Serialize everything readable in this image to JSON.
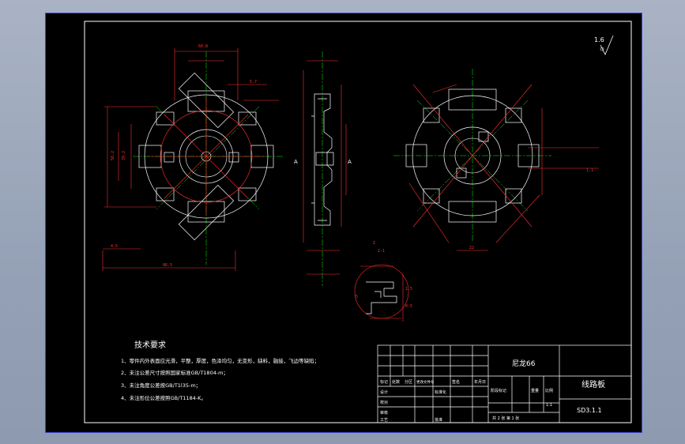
{
  "drawing": {
    "roughness_symbol": "1.6",
    "section_label_left": "A",
    "section_label_right": "A",
    "detail_scale": "2:1",
    "detail_caption": "I",
    "colors": {
      "viewport_bg": "#000000",
      "outline": "#ffffff",
      "dimension": "#ff3030",
      "centerline": "#00ff00",
      "frame_border": "#3a4ad0",
      "app_bg": "#a2adc0"
    },
    "dimensions": {
      "top_width": "60.8",
      "left_height": "56.2",
      "bottom_width": "86.5",
      "bottom_left": "4.5",
      "right_small": "5.7",
      "left_small": "39.2",
      "right_view_right": "1.1",
      "right_view_bottom": "22",
      "detail_1": "1.5",
      "detail_2": "0.5",
      "detail_3": "5"
    }
  },
  "tech_requirements": {
    "title": "技术要求",
    "items": [
      "1、零件内外表面应光滑，平整，厚度，色泽均匀，无变形，缺料，融接，飞边等缺陷；",
      "2、未注公差尺寸按照国家标准GB/T1804-m；",
      "3、未注角度公差按GB/T1l35-m；",
      "4、未注形位公差按照GB/T1184-K。"
    ]
  },
  "title_block": {
    "material": "尼龙66",
    "part_name": "线路板",
    "drawing_no": "SD3.1.1",
    "row_labels": [
      "标记",
      "设计",
      "校对",
      "审核",
      "工艺"
    ],
    "col_labels": [
      "处数",
      "分区",
      "更改文件号",
      "签名",
      "年月日"
    ],
    "std_label": "标准化",
    "approve_label": "批准",
    "stage_label": "阶段标记",
    "weight_label": "重量",
    "scale_label": "比例",
    "scale_value": "1:1",
    "sheet_info": "共 2 张   第 1 张"
  }
}
